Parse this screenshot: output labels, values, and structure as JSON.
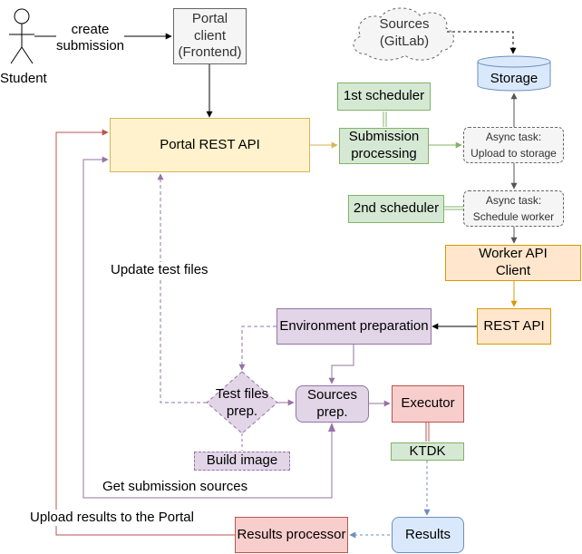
{
  "actor": {
    "label": "Student",
    "action": [
      "create",
      "submission"
    ]
  },
  "nodes": {
    "portal_client": [
      "Portal",
      "client",
      "(Frontend)"
    ],
    "sources": [
      "Sources",
      "(GitLab)"
    ],
    "storage": "Storage",
    "scheduler1": "1st scheduler",
    "portal_rest_api": "Portal REST API",
    "submission_processing": [
      "Submission",
      "processing"
    ],
    "async_upload": [
      "Async task:",
      "Upload to storage"
    ],
    "scheduler2": "2nd scheduler",
    "async_schedule": [
      "Async task:",
      "Schedule worker"
    ],
    "worker_api_client": [
      "Worker API",
      "Client"
    ],
    "rest_api": "REST API",
    "env_prep": "Environment preparation",
    "test_files_prep": [
      "Test files",
      "prep."
    ],
    "sources_prep": [
      "Sources",
      "prep."
    ],
    "executor": "Executor",
    "build_image": "Build image",
    "ktdk": "KTDK",
    "results": "Results",
    "results_processor": "Results processor"
  },
  "edge_labels": {
    "update_test_files": "Update test files",
    "get_submission_sources": "Get submission sources",
    "upload_results": "Upload results to the Portal"
  }
}
